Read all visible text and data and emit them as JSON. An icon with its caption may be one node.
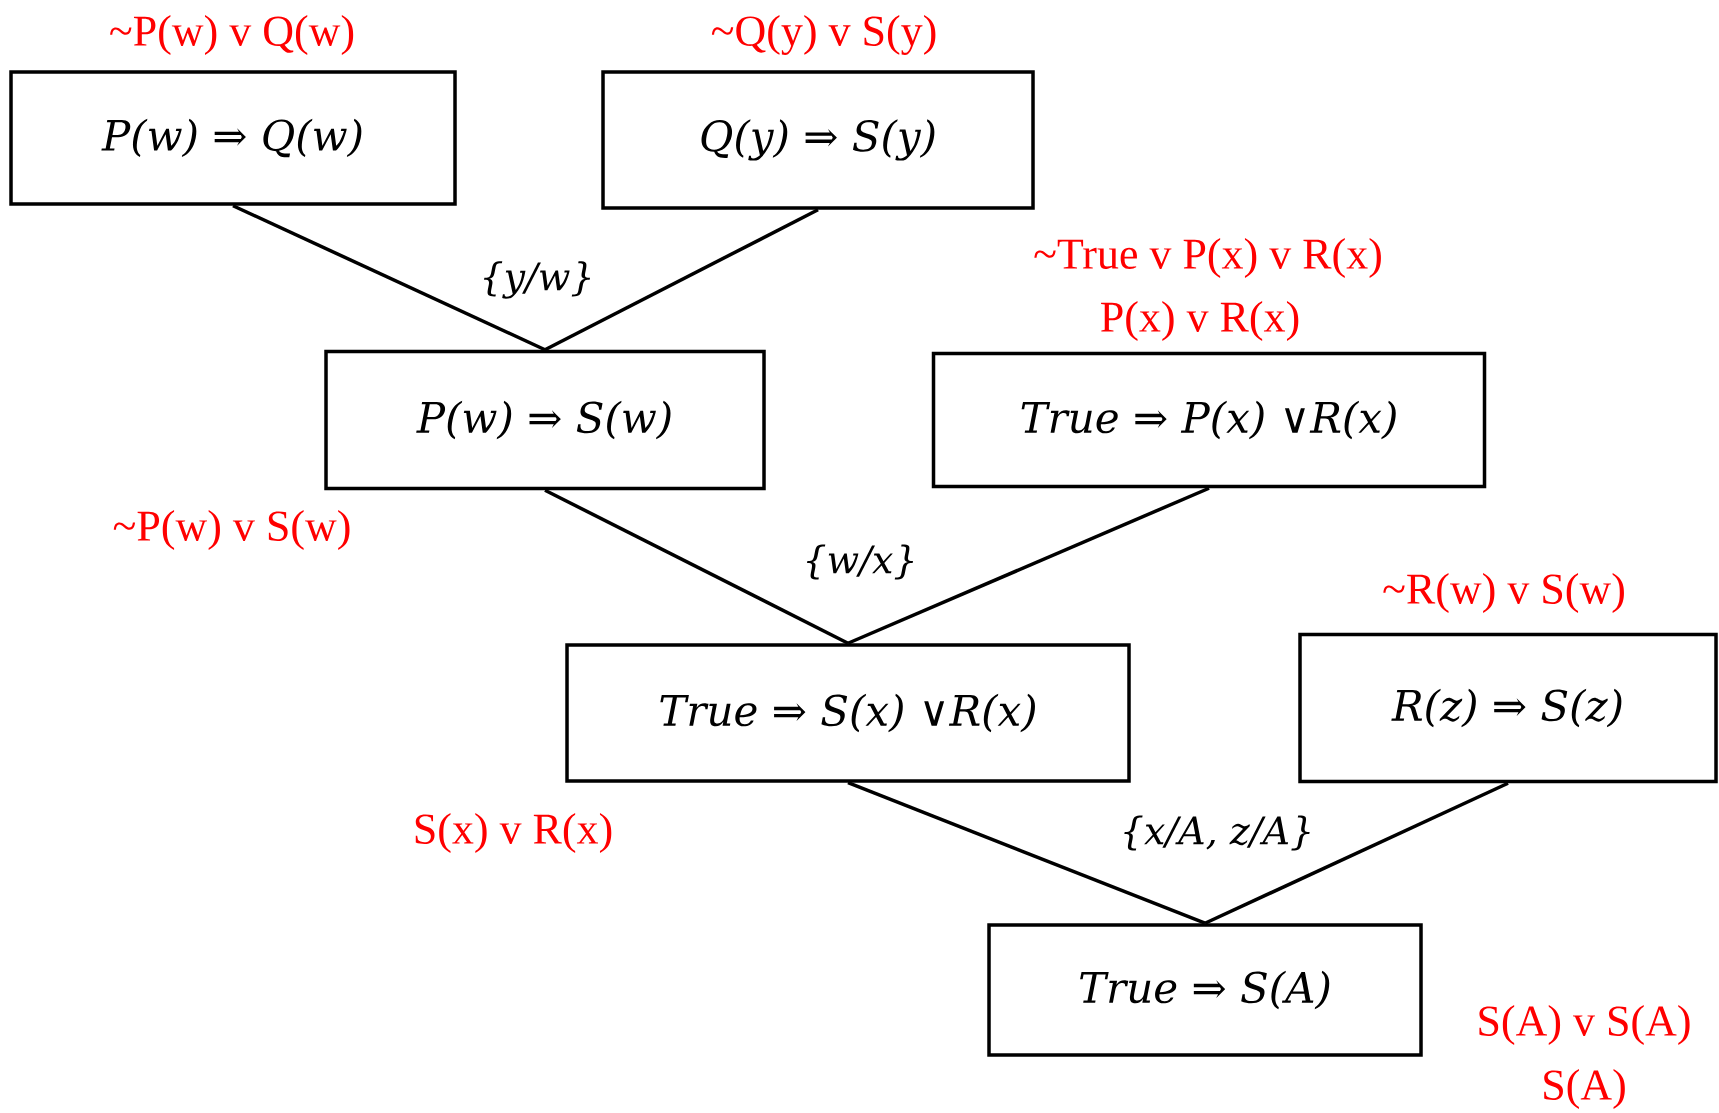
{
  "diagram": {
    "nodes": [
      {
        "text": [
          "P(w) ⇒ Q(w)"
        ],
        "beside": [
          "~P(w) v Q(w)"
        ]
      },
      {
        "text": [
          "Q(y) ⇒ S(y)"
        ],
        "beside": [
          "~Q(y) v S(y)"
        ]
      },
      {
        "text": [
          "P(w) ⇒ S(w)"
        ],
        "beside": [
          "~P(w) v S(w)"
        ]
      },
      {
        "text": [
          "True ⇒ P(x) ∨R(x)"
        ],
        "beside": [
          "~True v P(x) v R(x)",
          "P(x) v R(x)"
        ]
      },
      {
        "text": [
          "True ⇒ S(x) ∨R(x)"
        ],
        "beside": [
          "S(x) v R(x)"
        ]
      },
      {
        "text": [
          "R(z) ⇒ S(z)"
        ],
        "beside": [
          "~R(w) v S(w)"
        ]
      },
      {
        "text": [
          "True ⇒ S(A)"
        ],
        "beside": [
          "S(A) v S(A)",
          "S(A)"
        ]
      }
    ],
    "edges": [
      {
        "from": 0,
        "to": 2,
        "arrow": "none",
        "label": "{y/w}"
      },
      {
        "from": 1,
        "to": 2,
        "arrow": "none"
      },
      {
        "from": 2,
        "to": 4,
        "arrow": "none",
        "label": "{w/x}"
      },
      {
        "from": 3,
        "to": 4,
        "arrow": "none"
      },
      {
        "from": 4,
        "to": 6,
        "arrow": "none",
        "label": "{x/A, z/A}"
      },
      {
        "from": 5,
        "to": 6,
        "arrow": "none"
      }
    ]
  }
}
